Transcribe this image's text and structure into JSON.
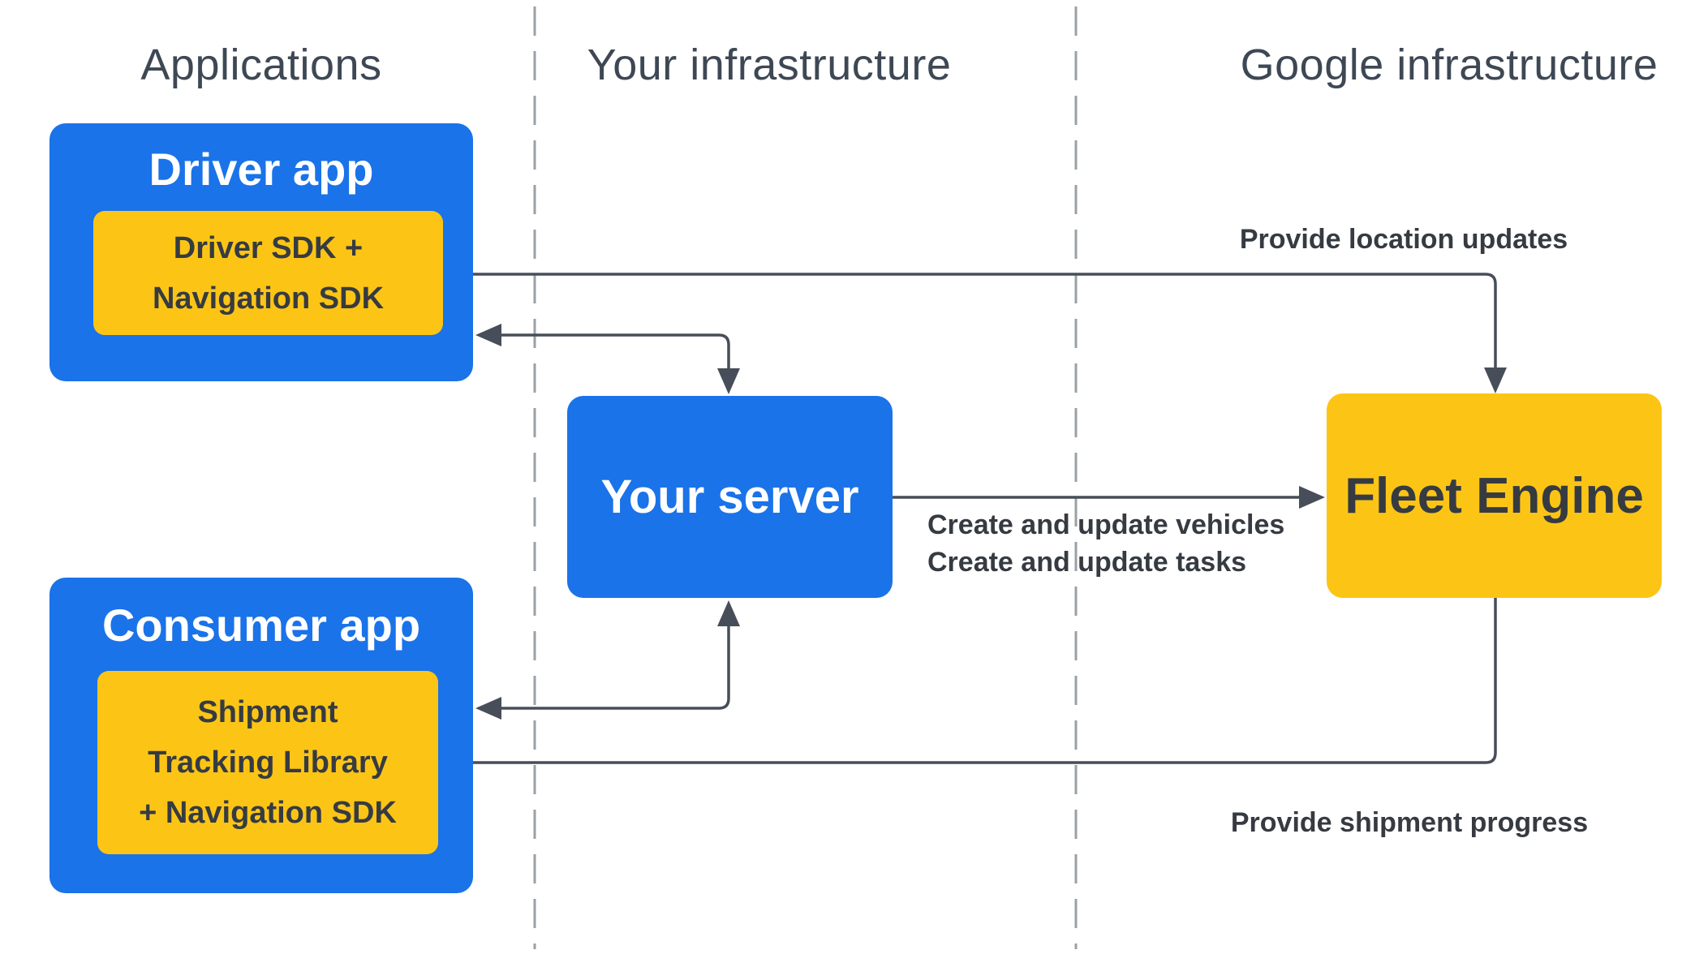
{
  "headers": {
    "applications": "Applications",
    "your_infrastructure": "Your infrastructure",
    "google_infrastructure": "Google infrastructure"
  },
  "nodes": {
    "driver_app": {
      "title": "Driver app",
      "sdk": {
        "line1": "Driver SDK +",
        "line2": "Navigation SDK"
      }
    },
    "consumer_app": {
      "title": "Consumer app",
      "library": {
        "line1": "Shipment",
        "line2": "Tracking Library",
        "line3": "+ Navigation SDK"
      }
    },
    "your_server": {
      "title": "Your server"
    },
    "fleet_engine": {
      "title": "Fleet Engine"
    }
  },
  "edge_labels": {
    "location_updates": "Provide location updates",
    "create_vehicles": "Create and update vehicles",
    "create_tasks": "Create and update tasks",
    "shipment_progress": "Provide shipment progress"
  },
  "colors": {
    "blue": "#1a73e8",
    "yellow": "#fcc515",
    "arrow": "#474e59",
    "text_dark": "#363b42",
    "header_text": "#3e4854",
    "divider": "#9aa0a6",
    "background": "#ffffff"
  }
}
